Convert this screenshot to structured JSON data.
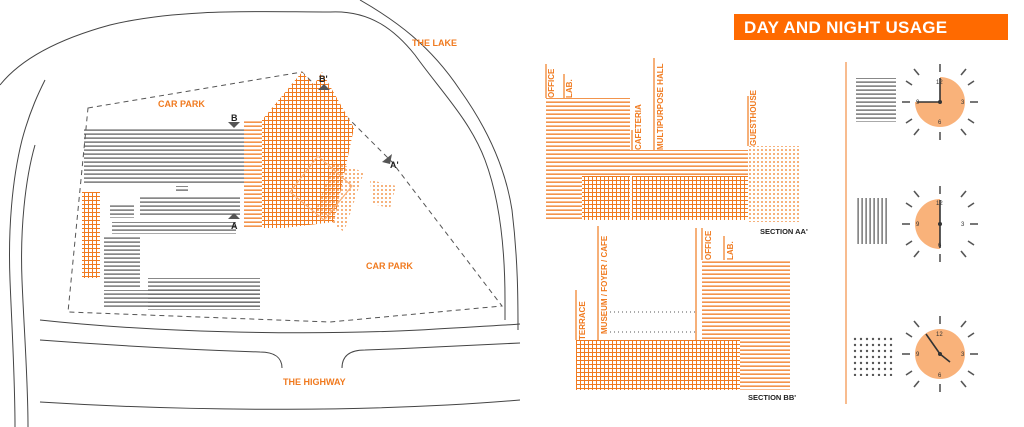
{
  "title": "DAY AND NIGHT USAGE",
  "colors": {
    "accent": "#f07a1f",
    "gray": "#555555",
    "title_bg": "#ff6a00"
  },
  "site_plan": {
    "lake_label": "THE LAKE",
    "car_park_top": "CAR PARK",
    "car_park_right": "CAR PARK",
    "highway_label": "THE HIGHWAY",
    "marker_a": "A",
    "marker_a_prime": "A'",
    "marker_b": "B",
    "marker_b_prime": "B'"
  },
  "section_aa": {
    "caption": "SECTION AA'",
    "labels": {
      "office": "OFFICE",
      "lab": "LAB.",
      "cafeteria": "CAFETERIA",
      "multipurpose": "MULTIPURPOSE HALL",
      "guesthouse": "GUESTHOUSE"
    }
  },
  "section_bb": {
    "caption": "SECTION BB'",
    "labels": {
      "terrace": "TERRACE",
      "museum": "MUSEUM / FOYER / CAFE",
      "office": "OFFICE",
      "lab": "LAB."
    }
  },
  "clocks": [
    {
      "pattern": "horizontal-lines",
      "numbers": {
        "n12": "12",
        "n3": "3",
        "n6": "6",
        "n9": "9"
      }
    },
    {
      "pattern": "vertical-lines",
      "numbers": {
        "n12": "12",
        "n3": "3",
        "n6": "6",
        "n9": "9"
      }
    },
    {
      "pattern": "dots",
      "numbers": {
        "n12": "12",
        "n3": "3",
        "n6": "6",
        "n9": "9"
      }
    }
  ]
}
